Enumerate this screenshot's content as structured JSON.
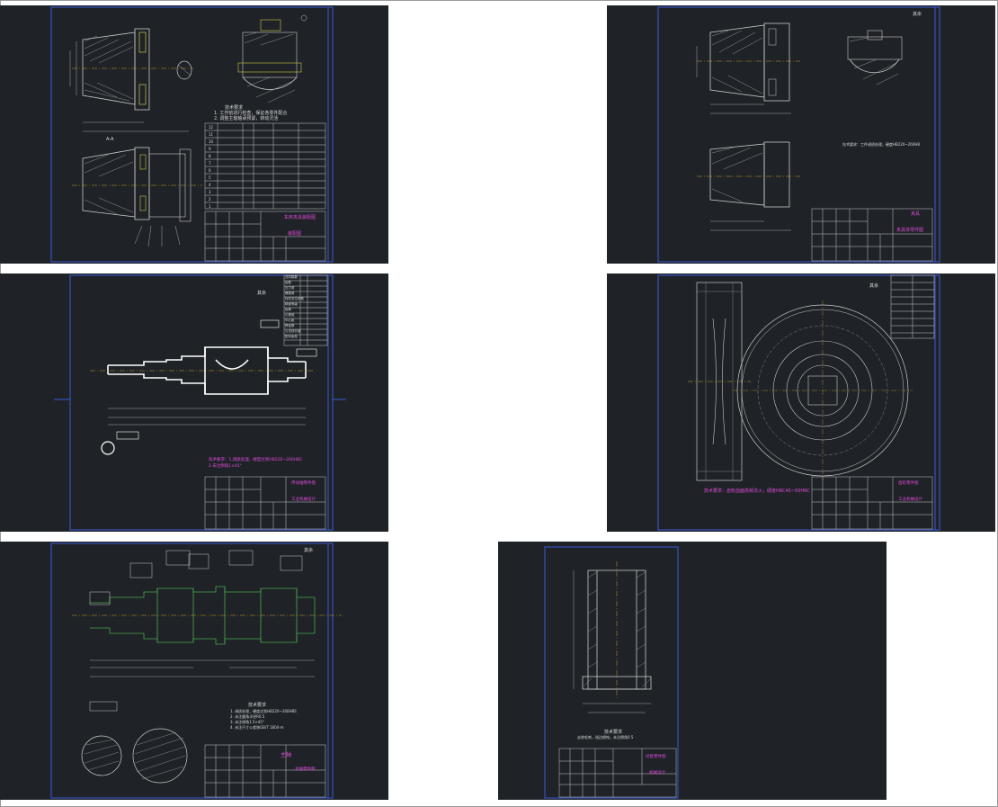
{
  "sheets": [
    {
      "id": "assembly-drawing",
      "tech_req_title": "技术要求",
      "tech_req_line1": "1. 工作前进行检查，保证各零件配合",
      "tech_req_line2": "2. 调整主轴轴承预紧，转动灵活",
      "section_label": "A-A",
      "title_line1": "车床夹具装配图",
      "title_line2": "装配图",
      "parts_rows": [
        "12",
        "11",
        "10",
        "9",
        "8",
        "7",
        "6",
        "5",
        "4",
        "3",
        "2",
        "1"
      ]
    },
    {
      "id": "fixture-body",
      "tech_req": "技术要求：工件调质处理，硬度HB220~260HB",
      "title_line1": "夹具",
      "title_line2": "夹具体零件图",
      "roughness": "其余"
    },
    {
      "id": "shaft-drawing",
      "tech_req_line1": "技术要求：1.调质处理，硬度达到HB220~260HBC",
      "tech_req_line2": "2.未注倒角1×45°",
      "title_line1": "传动轴零件图",
      "title_line2": "工业机械设计",
      "table_rows": [
        "法向模数",
        "齿数",
        "压力角",
        "螺旋角",
        "径向变位系数",
        "精度等级",
        "齿厚",
        "公差组",
        "中心距",
        "跨齿数",
        "公法线长度",
        "配对齿轮"
      ],
      "roughness": "其余"
    },
    {
      "id": "gear-drawing",
      "tech_req": "技术要求：齿轮齿面高频淬火，硬度HRC45~50HRC",
      "title_line1": "齿轮零件图",
      "title_line2": "工业机械设计",
      "roughness": "其余"
    },
    {
      "id": "spindle-drawing",
      "tech_req_title": "技术要求",
      "tech_req_line1": "1. 调质处理，硬度达到HB220~260HBS",
      "tech_req_line2": "2. 未注圆角半径R0.5",
      "tech_req_line3": "3. 未注倒角1.5×45°",
      "tech_req_line4": "4. 未注尺寸公差按GB/T 1804-m",
      "title_line1": "主轴",
      "title_line2": "主轴零件图",
      "roughness": "其余"
    },
    {
      "id": "sleeve-drawing",
      "tech_req_title": "技术要求",
      "tech_req_line1": "去除毛刺，锐边倒钝，未注倒角0.5",
      "title_line1": "衬套零件图",
      "title_line2": "机械设计"
    }
  ]
}
